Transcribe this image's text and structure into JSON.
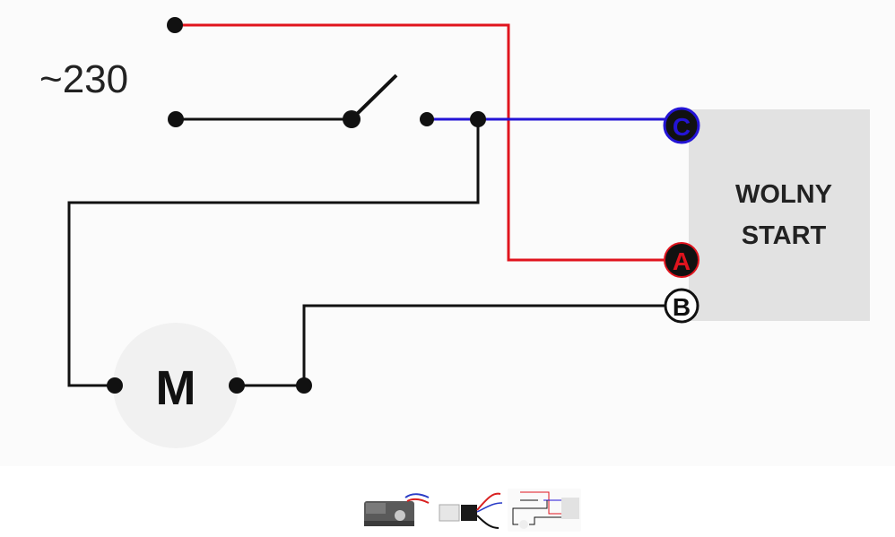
{
  "diagram": {
    "supply_label": "~230",
    "module_label_line1": "WOLNY",
    "module_label_line2": "START",
    "motor_label": "M",
    "terminal_c": "C",
    "terminal_a": "A",
    "terminal_b": "B"
  },
  "colors": {
    "live_wire": "#e0141e",
    "switched_wire": "#2414d6",
    "neutral_wire": "#111111",
    "module_fill": "#e2e2e2",
    "motor_fill": "#f1f1f1"
  },
  "thumbnails": [
    {
      "name": "device-photo"
    },
    {
      "name": "wiring-photo"
    },
    {
      "name": "diagram-preview"
    }
  ]
}
